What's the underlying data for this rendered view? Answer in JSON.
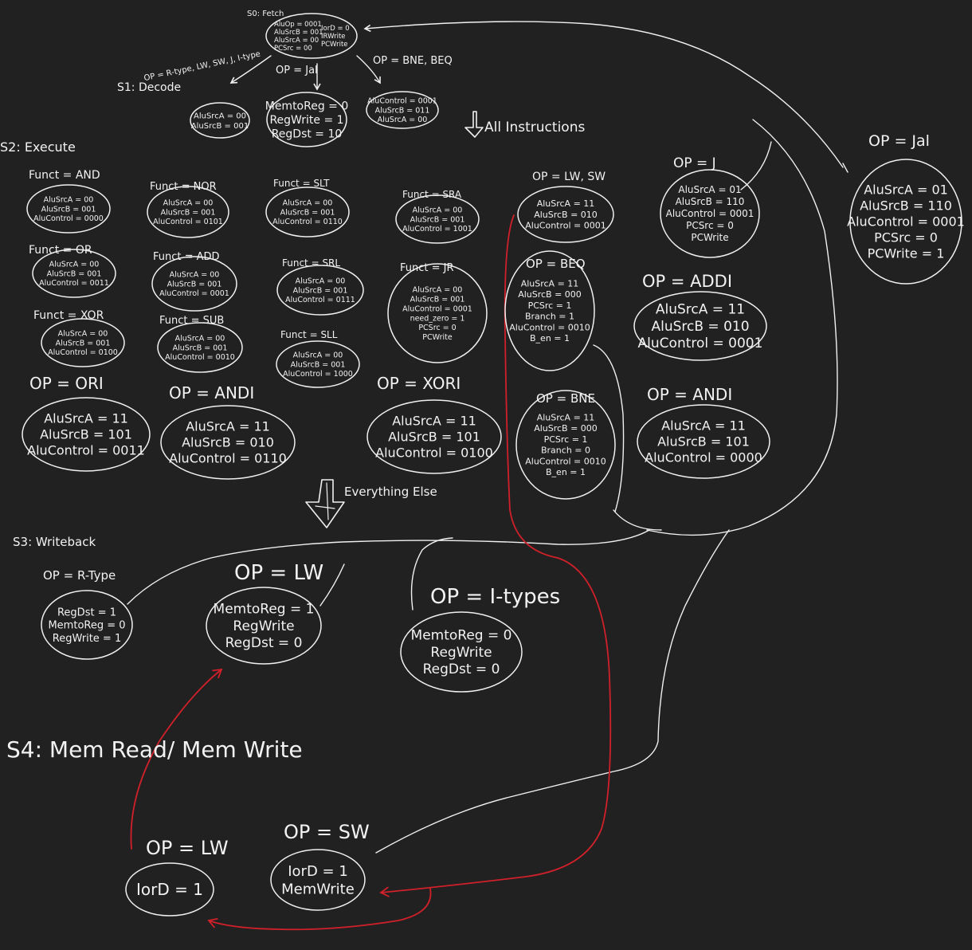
{
  "colors": {
    "background": "#222121",
    "ink": "#f0f0f0",
    "memory_path": "#d0202a"
  },
  "stage_labels": {
    "fetch": "S0: Fetch",
    "decode": "S1: Decode",
    "execute": "S2: Execute",
    "writeback": "S3: Writeback",
    "memory": "S4: Mem Read/ Mem Write"
  },
  "fetch_state": {
    "lines_left": [
      "AluOp = 0001",
      "AluSrcB = 001",
      "AluSrcA = 00",
      "PCSrc = 00"
    ],
    "lines_right": [
      "IorD = 0",
      "IRWrite",
      "PCWrite"
    ]
  },
  "decode": {
    "edge_labels": {
      "rtype": "OP = R-type, LW, SW, J, I-type",
      "jal": "OP = Jal",
      "branch": "OP = BNE, BEQ"
    },
    "states": {
      "rtype": {
        "lines": [
          "AluSrcA = 00",
          "AluSrcB = 001"
        ]
      },
      "jal": {
        "lines": [
          "MemtoReg = 0",
          "RegWrite = 1",
          "RegDst = 10"
        ]
      },
      "branch": {
        "lines": [
          "AluControl = 0001",
          "AluSrcB = 011",
          "AluSrcA = 00"
        ]
      }
    }
  },
  "all_instructions_label": "All Instructions",
  "everything_else_label": "Everything Else",
  "execute_states": {
    "and": {
      "label": "Funct = AND",
      "lines": [
        "AluSrcA = 00",
        "AluSrcB = 001",
        "AluControl = 0000"
      ]
    },
    "or": {
      "label": "Funct = OR",
      "lines": [
        "AluSrcA = 00",
        "AluSrcB = 001",
        "AluControl = 0011"
      ]
    },
    "xor": {
      "label": "Funct = XOR",
      "lines": [
        "AluSrcA = 00",
        "AluSrcB = 001",
        "AluControl = 0100"
      ]
    },
    "nor": {
      "label": "Funct = NOR",
      "lines": [
        "AluSrcA = 00",
        "AluSrcB = 001",
        "AluControl = 0101"
      ]
    },
    "add": {
      "label": "Funct = ADD",
      "lines": [
        "AluSrcA = 00",
        "AluSrcB = 001",
        "AluControl = 0001"
      ]
    },
    "sub": {
      "label": "Funct = SUB",
      "lines": [
        "AluSrcA = 00",
        "AluSrcB = 001",
        "AluControl = 0010"
      ]
    },
    "slt": {
      "label": "Funct = SLT",
      "lines": [
        "AluSrcA = 00",
        "AluSrcB = 001",
        "AluControl = 0110"
      ]
    },
    "srl": {
      "label": "Funct = SRL",
      "lines": [
        "AluSrcA = 00",
        "AluSrcB = 001",
        "AluControl = 0111"
      ]
    },
    "sll": {
      "label": "Funct = SLL",
      "lines": [
        "AluSrcA = 00",
        "AluSrcB = 001",
        "AluControl = 1000"
      ]
    },
    "sra": {
      "label": "Funct = SRA",
      "lines": [
        "AluSrcA = 00",
        "AluSrcB = 001",
        "AluControl = 1001"
      ]
    },
    "jr": {
      "label": "Funct = JR",
      "lines": [
        "AluSrcA = 00",
        "AluSrcB = 001",
        "AluControl = 0001",
        "need_zero = 1",
        "PCSrc = 0",
        "PCWrite"
      ]
    },
    "ori": {
      "label": "OP = ORI",
      "lines": [
        "AluSrcA = 11",
        "AluSrcB = 101",
        "AluControl = 0011"
      ]
    },
    "andi_left": {
      "label": "OP = ANDI",
      "lines": [
        "AluSrcA = 11",
        "AluSrcB = 010",
        "AluControl = 0110"
      ]
    },
    "xori": {
      "label": "OP = XORI",
      "lines": [
        "AluSrcA = 11",
        "AluSrcB = 101",
        "AluControl = 0100"
      ]
    },
    "lwsw": {
      "label": "OP = LW, SW",
      "lines": [
        "AluSrcA = 11",
        "AluSrcB = 010",
        "AluControl = 0001"
      ]
    },
    "beq": {
      "label": "OP = BEQ",
      "lines": [
        "AluSrcA = 11",
        "AluSrcB = 000",
        "PCSrc = 1",
        "Branch = 1",
        "AluControl = 0010",
        "B_en = 1"
      ]
    },
    "bne": {
      "label": "OP = BNE",
      "lines": [
        "AluSrcA = 11",
        "AluSrcB = 000",
        "PCSrc = 1",
        "Branch = 0",
        "AluControl = 0010",
        "B_en = 1"
      ]
    },
    "j": {
      "label": "OP = J",
      "lines": [
        "AluSrcA = 01",
        "AluSrcB = 110",
        "AluControl = 0001",
        "PCSrc = 0",
        "PCWrite"
      ]
    },
    "addi": {
      "label": "OP = ADDI",
      "lines": [
        "AluSrcA = 11",
        "AluSrcB = 010",
        "AluControl = 0001"
      ]
    },
    "andi_right": {
      "label": "OP = ANDI",
      "lines": [
        "AluSrcA = 11",
        "AluSrcB = 101",
        "AluControl = 0000"
      ]
    },
    "jal": {
      "label": "OP = Jal",
      "lines": [
        "AluSrcA = 01",
        "AluSrcB = 110",
        "AluControl = 0001",
        "PCSrc = 0",
        "PCWrite = 1"
      ]
    }
  },
  "writeback_states": {
    "rtype": {
      "label": "OP = R-Type",
      "lines": [
        "RegDst = 1",
        "MemtoReg = 0",
        "RegWrite = 1"
      ]
    },
    "lw": {
      "label": "OP = LW",
      "lines": [
        "MemtoReg = 1",
        "RegWrite",
        "RegDst = 0"
      ]
    },
    "itypes": {
      "label": "OP = I-types",
      "lines": [
        "MemtoReg = 0",
        "RegWrite",
        "RegDst = 0"
      ]
    }
  },
  "memory_states": {
    "lw": {
      "label": "OP = LW",
      "lines": [
        "IorD = 1"
      ]
    },
    "sw": {
      "label": "OP = SW",
      "lines": [
        "IorD = 1",
        "MemWrite"
      ]
    }
  }
}
